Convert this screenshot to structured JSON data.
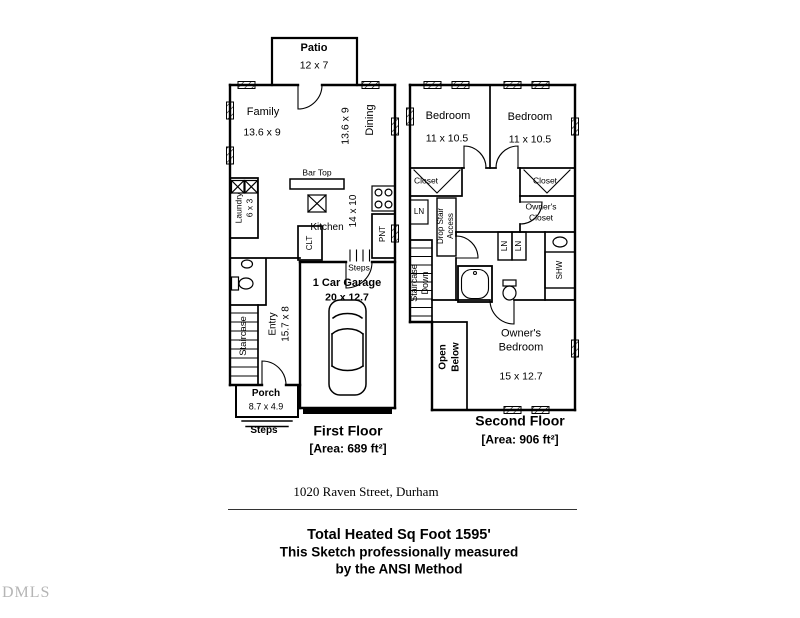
{
  "meta": {
    "background_color": "#ffffff",
    "wall_color": "#000000",
    "watermark_color": "#b5b5b5"
  },
  "first_floor": {
    "title": "First Floor",
    "area": "[Area: 689 ft²]",
    "rooms": {
      "patio": {
        "name": "Patio",
        "dims": "12 x 7"
      },
      "family": {
        "name": "Family",
        "dims": "13.6 x 9"
      },
      "dining": {
        "name": "Dining",
        "dims": "13.6 x 9"
      },
      "bar_top": {
        "name": "Bar Top"
      },
      "laundry": {
        "name": "Laundry",
        "dims": "6 x 3"
      },
      "kitchen": {
        "name": "Kitchen",
        "dims": "14 x 10"
      },
      "closet": {
        "name": "CLT"
      },
      "pantry": {
        "name": "PNT"
      },
      "steps_to_garage": {
        "name": "Steps"
      },
      "garage": {
        "name": "1 Car Garage",
        "dims": "20 x 12.7"
      },
      "staircase": {
        "name": "Staircase"
      },
      "entry": {
        "name": "Entry",
        "dims": "15.7 x 8"
      },
      "porch": {
        "name": "Porch",
        "dims": "8.7 x 4.9"
      },
      "front_steps": {
        "name": "Steps"
      }
    }
  },
  "second_floor": {
    "title": "Second Floor",
    "area": "[Area: 906 ft²]",
    "rooms": {
      "bedroom_left": {
        "name": "Bedroom",
        "dims": "11 x 10.5"
      },
      "bedroom_right": {
        "name": "Bedroom",
        "dims": "11 x 10.5"
      },
      "closet_left": {
        "name": "Closet"
      },
      "closet_right": {
        "name": "Closet"
      },
      "linen_hall": {
        "name": "LN"
      },
      "drop_stair_access": {
        "name": "Drop Stair Access"
      },
      "owners_closet": {
        "name": "Owner's Closet"
      },
      "linen_1": {
        "name": "LN"
      },
      "linen_2": {
        "name": "LN"
      },
      "shower": {
        "name": "SHW"
      },
      "staircase_down": {
        "name": "Staircase Down"
      },
      "open_below": {
        "name": "Open Below"
      },
      "owners_bedroom": {
        "name": "Owner's Bedroom",
        "dims": "15 x 12.7"
      }
    }
  },
  "footer": {
    "address": "1020 Raven Street, Durham",
    "total_heated": "Total Heated Sq Foot 1595'",
    "method_line_1": "This Sketch professionally measured",
    "method_line_2": "by the ANSI Method",
    "watermark": "DMLS"
  }
}
